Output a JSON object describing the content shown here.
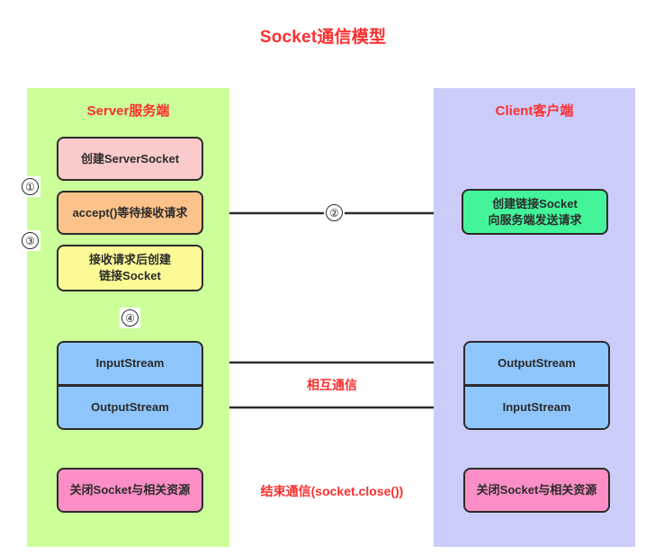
{
  "title": "Socket通信模型",
  "server": {
    "panel_title": "Server服务端",
    "boxes": [
      {
        "name": "create-server-socket",
        "label": "创建ServerSocket"
      },
      {
        "name": "accept-wait",
        "label": "accept()等待接收请求"
      },
      {
        "name": "create-connection-socket",
        "line1": "接收请求后创建",
        "line2": "链接Socket"
      },
      {
        "name": "input-stream",
        "label": "InputStream"
      },
      {
        "name": "output-stream",
        "label": "OutputStream"
      },
      {
        "name": "close-socket",
        "label": "关闭Socket与相关资源"
      }
    ]
  },
  "client": {
    "panel_title": "Client客户端",
    "boxes": [
      {
        "name": "create-connect-socket",
        "line1": "创建链接Socket",
        "line2": "向服务端发送请求"
      },
      {
        "name": "output-stream",
        "label": "OutputStream"
      },
      {
        "name": "input-stream",
        "label": "InputStream"
      },
      {
        "name": "close-socket",
        "label": "关闭Socket与相关资源"
      }
    ]
  },
  "middle_labels": {
    "mutual_communication": "相互通信",
    "end_communication": "结束通信(socket.close())"
  },
  "steps": {
    "one": "①",
    "two": "②",
    "three": "③",
    "four": "④"
  },
  "colors": {
    "title_red": "#fb2f2f",
    "server_panel": "#ccff99",
    "client_panel": "#ccccfa",
    "box_pink": "#fbcbcb",
    "box_orange": "#fbc38a",
    "box_yellow": "#fcfa96",
    "box_blue": "#8ec5fb",
    "box_green": "#44f49a",
    "box_rose": "#fb8ec5",
    "stroke": "#2b2b2b"
  }
}
